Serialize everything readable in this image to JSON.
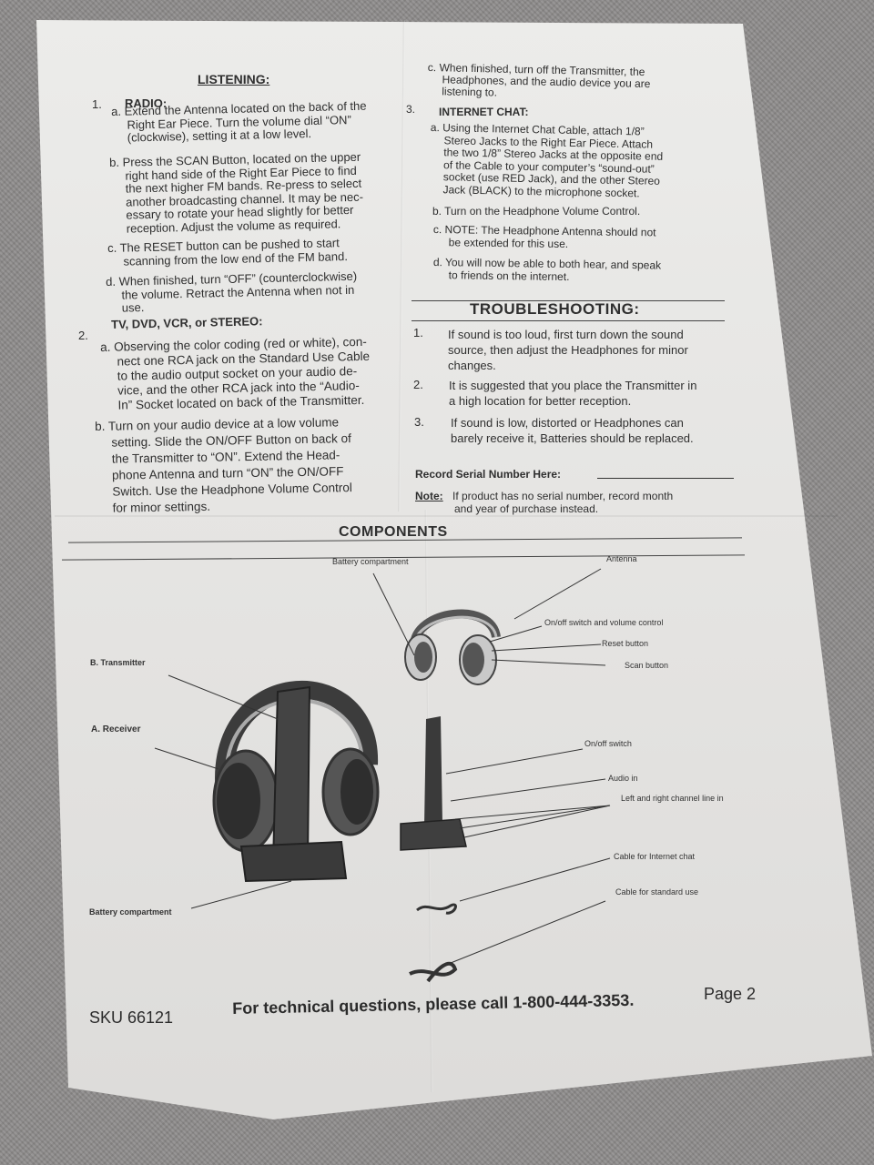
{
  "listening": {
    "title": "LISTENING:",
    "radio": {
      "num": "1.",
      "title": "RADIO:",
      "a": [
        "a. Extend the Antenna located on the back of the",
        "Right Ear Piece.  Turn the volume dial “ON”",
        "(clockwise), setting it at a low level."
      ],
      "b": [
        "b. Press the SCAN Button, located on the upper",
        "right hand side of the Right Ear Piece to find",
        "the next higher FM bands.  Re-press to select",
        "another broadcasting channel.  It may be nec-",
        "essary to rotate your head slightly for better",
        "reception.  Adjust the volume as required."
      ],
      "c": [
        "c. The RESET button can be pushed to start",
        "scanning from the low end of the FM band."
      ],
      "d": [
        "d. When finished, turn “OFF” (counterclockwise)",
        "the volume.  Retract the Antenna when not in",
        "use."
      ]
    },
    "tv": {
      "num": "2.",
      "title": "TV, DVD, VCR, or STEREO:",
      "a": [
        "a. Observing the color coding (red or white), con-",
        "nect one RCA jack on the Standard Use Cable",
        "to the audio output socket on your audio de-",
        "vice, and the other RCA jack into the “Audio-",
        "In” Socket located on back of the Transmitter."
      ],
      "b": [
        "b. Turn on your audio device at a low volume",
        "setting.  Slide the ON/OFF Button on back of",
        "the Transmitter to “ON”.  Extend the Head-",
        "phone Antenna and turn “ON” the ON/OFF",
        "Switch.  Use the Headphone Volume Control",
        "for minor settings."
      ],
      "c": [
        "c. When finished, turn off the Transmitter, the",
        "Headphones, and the audio device you are",
        "listening to."
      ]
    }
  },
  "chat": {
    "num": "3.",
    "title": "INTERNET CHAT:",
    "a": [
      "a. Using the Internet Chat Cable, attach 1/8”",
      "Stereo Jacks to the Right Ear Piece.  Attach",
      "the two 1/8” Stereo Jacks at the opposite end",
      "of the Cable to your computer’s “sound-out”",
      "socket (use RED Jack), and the other Stereo",
      "Jack (BLACK) to the microphone socket."
    ],
    "b": [
      "b. Turn on the Headphone Volume Control."
    ],
    "c": [
      "c. NOTE: The Headphone Antenna should not",
      "be extended for this use."
    ],
    "d": [
      "d. You will now be able to both hear, and speak",
      "to friends on the internet."
    ]
  },
  "troubleshooting": {
    "title": "TROUBLESHOOTING:",
    "items": [
      {
        "num": "1.",
        "lines": [
          "If sound is too loud, first turn down the sound",
          "source, then adjust the Headphones for minor",
          "changes."
        ]
      },
      {
        "num": "2.",
        "lines": [
          "It is suggested that you place the Transmitter in",
          "a high location for better reception."
        ]
      },
      {
        "num": "3.",
        "lines": [
          "If sound is low, distorted or Headphones can",
          "barely receive it, Batteries should be replaced."
        ]
      }
    ],
    "record_label": "Record Serial Number Here:",
    "note_label": "Note:",
    "note_lines": [
      "If product has no serial number, record month",
      "and year of purchase instead."
    ]
  },
  "components": {
    "title": "COMPONENTS",
    "labels": {
      "battery_top": "Battery compartment",
      "antenna": "Antenna",
      "onoff_volume": "On/off switch and volume control",
      "reset": "Reset button",
      "scan": "Scan button",
      "transmitter": "B. Transmitter",
      "receiver": "A. Receiver",
      "onoff_switch": "On/off switch",
      "audio_in": "Audio in",
      "lr_channel": "Left and right channel line in",
      "cable_chat": "Cable for Internet chat",
      "cable_standard": "Cable for standard use",
      "battery_bottom": "Battery compartment"
    }
  },
  "footer": {
    "sku": "SKU 66121",
    "phone": "For technical questions, please call 1-800-444-3353.",
    "page": "Page 2"
  }
}
